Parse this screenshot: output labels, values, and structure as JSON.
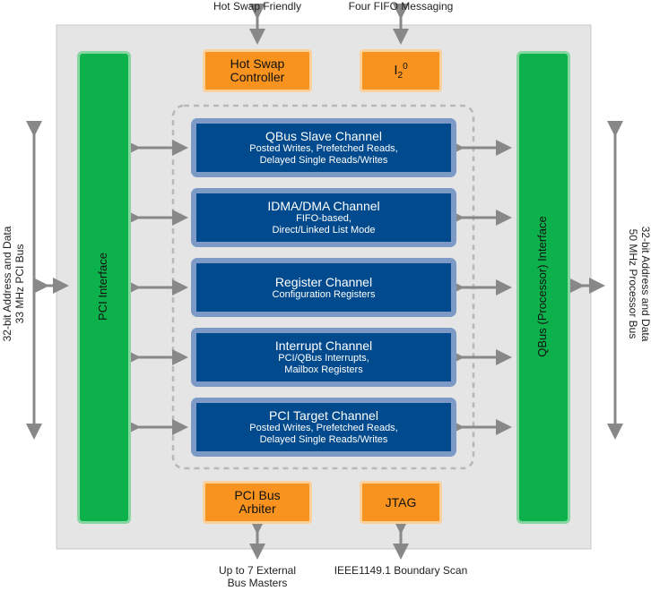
{
  "top_labels": {
    "hot_swap_friendly": "Hot Swap Friendly",
    "four_fifo": "Four FIFO Messaging"
  },
  "bottom_labels": {
    "bus_masters_line1": "Up to 7 External",
    "bus_masters_line2": "Bus Masters",
    "boundary_scan": "IEEE1149.1 Boundary Scan"
  },
  "side_labels": {
    "left_line1": "32-bit Address and Data",
    "left_line2": "33 MHz PCI Bus",
    "right_line1": "32-bit Address and Data",
    "right_line2": "50 MHz Processor Bus"
  },
  "blocks": {
    "hot_swap_line1": "Hot Swap",
    "hot_swap_line2": "Controller",
    "i2o_main": "I",
    "i2o_sub": "2",
    "i2o_sup": "0",
    "pci_arbiter_line1": "PCI Bus",
    "pci_arbiter_line2": "Arbiter",
    "jtag": "JTAG",
    "pci_interface": "PCI Interface",
    "qbus_interface": "QBus (Processor) Interface"
  },
  "channels": [
    {
      "title": "QBus Slave Channel",
      "line1": "Posted Writes, Prefetched Reads,",
      "line2": "Delayed Single Reads/Writes"
    },
    {
      "title": "IDMA/DMA Channel",
      "line1": "FIFO-based,",
      "line2": "Direct/Linked List Mode"
    },
    {
      "title": "Register Channel",
      "line1": "Configuration Registers",
      "line2": ""
    },
    {
      "title": "Interrupt Channel",
      "line1": "PCI/QBus Interrupts,",
      "line2": "Mailbox Registers"
    },
    {
      "title": "PCI Target Channel",
      "line1": "Posted Writes, Prefetched Reads,",
      "line2": "Delayed Single Reads/Writes"
    }
  ],
  "colors": {
    "green": "#0db14b",
    "orange": "#f7931e",
    "channel_dark": "#004a8d",
    "channel_frame": "#7d9ac7",
    "chip_bg": "#e5e5e5"
  }
}
